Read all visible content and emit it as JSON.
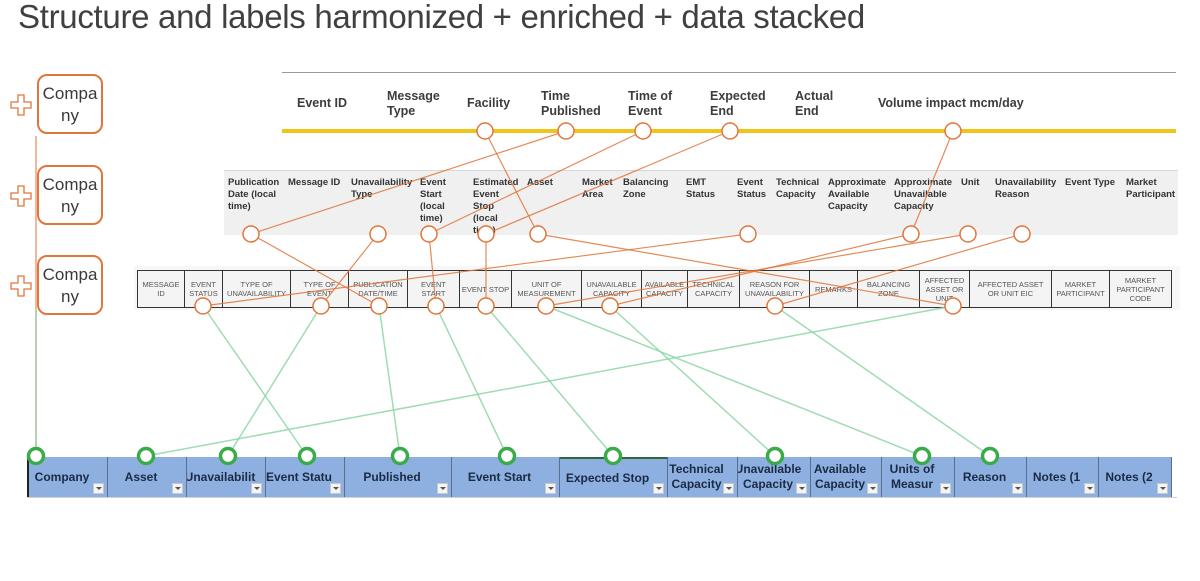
{
  "title": "Structure and labels harmonized + enriched + data stacked",
  "company_label": "Company",
  "row1": {
    "labels": [
      "Event ID",
      "Message Type",
      "Facility",
      "Time Published",
      "Time of Event",
      "Expected End",
      "Actual End",
      "Volume impact mcm/day"
    ]
  },
  "row2": {
    "labels": [
      "Publication Date (local time)",
      "Message ID",
      "Unavailability Type",
      "Event Start (local time)",
      "Estimated Event Stop (local time)",
      "Asset",
      "Market Area",
      "Balancing Zone",
      "EMT Status",
      "Event Status",
      "Technical Capacity",
      "Approximate Available Capacity",
      "Approximate Unavailable Capacity",
      "Unit",
      "Unavailability Reason",
      "Event Type",
      "Market Participant"
    ]
  },
  "row3": {
    "labels": [
      "MESSAGE ID",
      "EVENT STATUS",
      "TYPE OF UNAVAILABILITY",
      "TYPE OF EVENT",
      "PUBLICATION DATE/TIME",
      "EVENT START",
      "EVENT STOP",
      "UNIT OF MEASUREMENT",
      "UNAVAILABLE CAPACITY",
      "AVAILABLE CAPACITY",
      "TECHNICAL CAPACITY",
      "REASON FOR UNAVAILABILITY",
      "REMARKS",
      "BALANCING ZONE",
      "AFFECTED ASSET OR UNIT",
      "AFFECTED ASSET OR UNIT EIC",
      "MARKET PARTICIPANT",
      "MARKET PARTICIPANT CODE"
    ]
  },
  "row4": {
    "labels": [
      "Company",
      "Asset",
      "Unavailabilit",
      "Event Statu",
      "Published",
      "Event Start",
      "Expected Stop",
      "Technical Capacity",
      "Unavailable Capacity",
      "Available Capacity",
      "Units of Measur",
      "Reason",
      "Notes (1",
      "Notes (2"
    ]
  },
  "colors": {
    "orange": "#e0763a",
    "yellow": "#f0c419",
    "green": "#3aaa4a",
    "green_line": "#8fd6a6",
    "header_blue": "#8eb0e0"
  }
}
